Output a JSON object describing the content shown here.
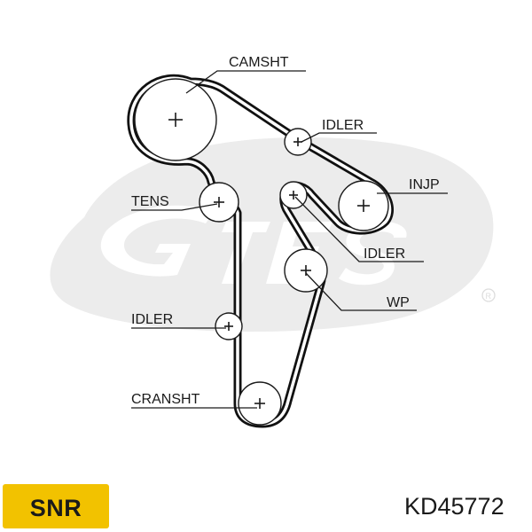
{
  "watermark": {
    "brand": "Gates"
  },
  "diagram": {
    "components": [
      {
        "id": "camsht",
        "label": "CAMSHT"
      },
      {
        "id": "idler_top",
        "label": "IDLER"
      },
      {
        "id": "injp",
        "label": "INJP"
      },
      {
        "id": "tens",
        "label": "TENS"
      },
      {
        "id": "idler_mid",
        "label": "IDLER"
      },
      {
        "id": "wp",
        "label": "WP"
      },
      {
        "id": "idler_low",
        "label": "IDLER"
      },
      {
        "id": "cransht",
        "label": "CRANSHT"
      }
    ]
  },
  "brand": {
    "logo_text": "SNR",
    "logo_color": "#f2c200"
  },
  "part_number": "KD45772"
}
